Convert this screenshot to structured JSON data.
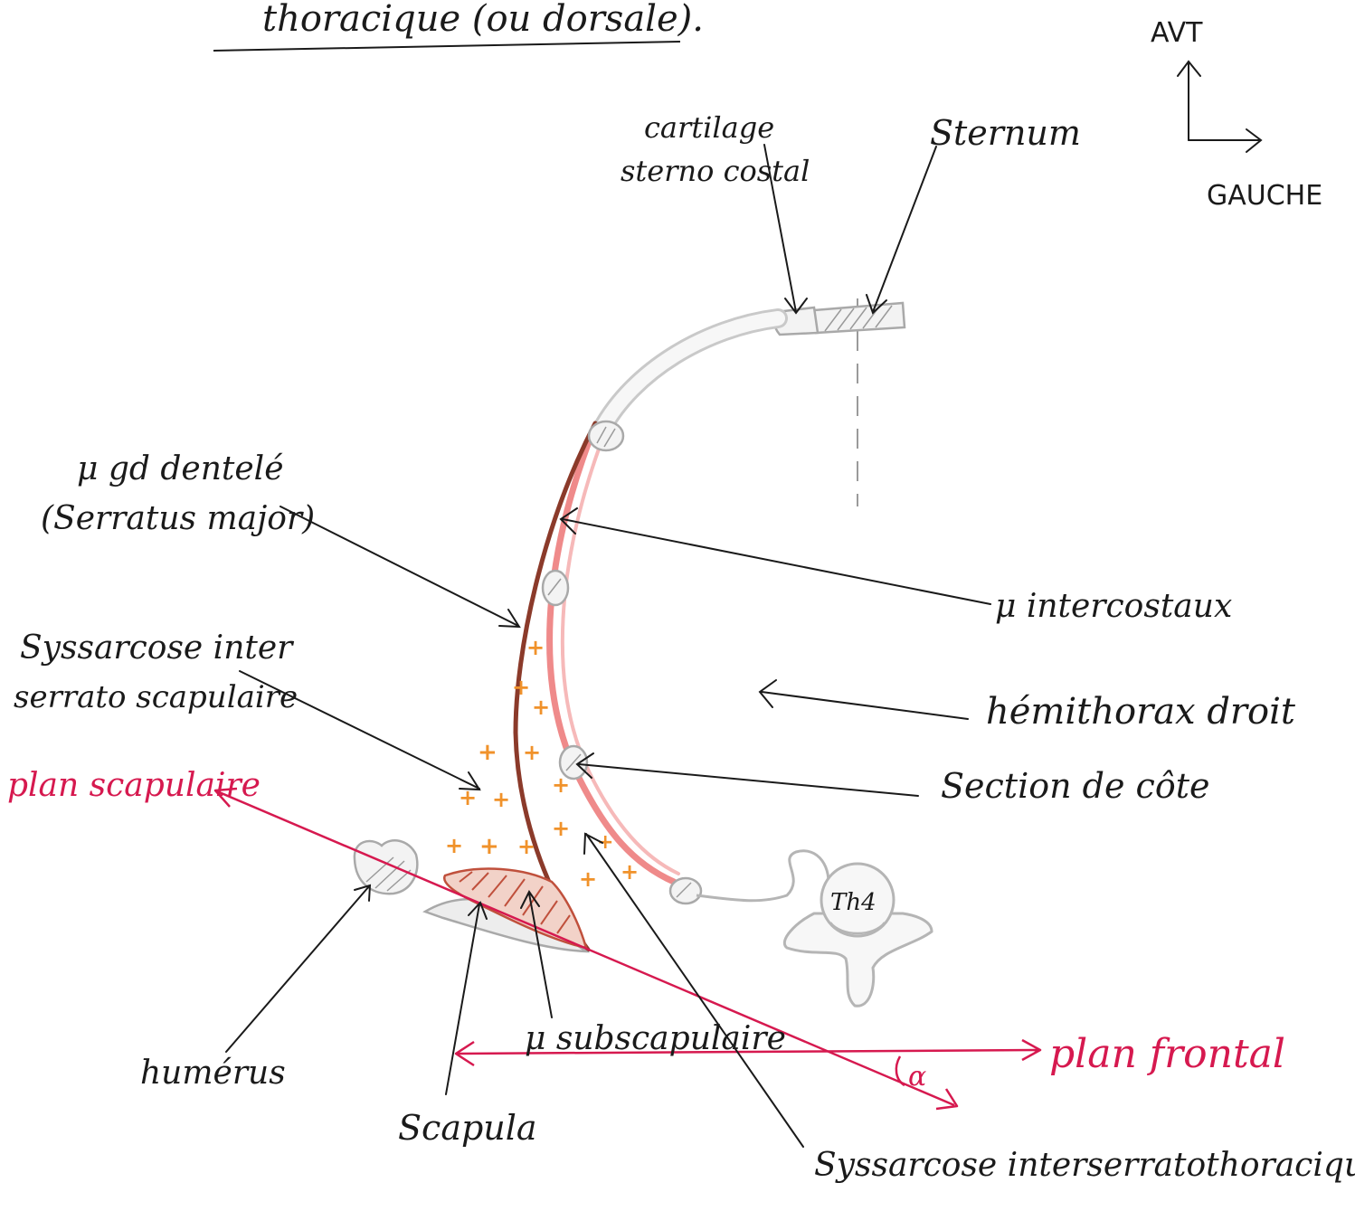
{
  "title": "thoracique (ou dorsale).",
  "orientation": {
    "up_label": "AVT",
    "right_label": "GAUCHE"
  },
  "labels": {
    "cartilage_line1": "cartilage",
    "cartilage_line2": "sterno costal",
    "sternum": "Sternum",
    "serratus_line1": "μ gd dentelé",
    "serratus_line2": "(Serratus major)",
    "intercostal": "μ intercostaux",
    "syssarcose_inter_line1": "Syssarcose inter",
    "syssarcose_inter_line2": "serrato scapulaire",
    "hemithorax": "hémithorax droit",
    "section_cote": "Section de côte",
    "plan_scapulaire": "plan scapulaire",
    "vertebra": "Th4",
    "subscapulaire": "μ subscapulaire",
    "plan_frontal": "plan frontal",
    "alpha": "α",
    "humerus": "humérus",
    "scapula": "Scapula",
    "syssarcose_thoracique": "Syssarcose interserratothoracique"
  },
  "colors": {
    "ink": "#1a1a1a",
    "plane_red": "#d6194f",
    "serratus_brown": "#8b3a2a",
    "intercostal_pink": "#ef8a8a",
    "syssarcose_orange": "#f0922b",
    "bone_grey": "#a9a9a9",
    "subscapular_hatch": "#c0503c"
  }
}
